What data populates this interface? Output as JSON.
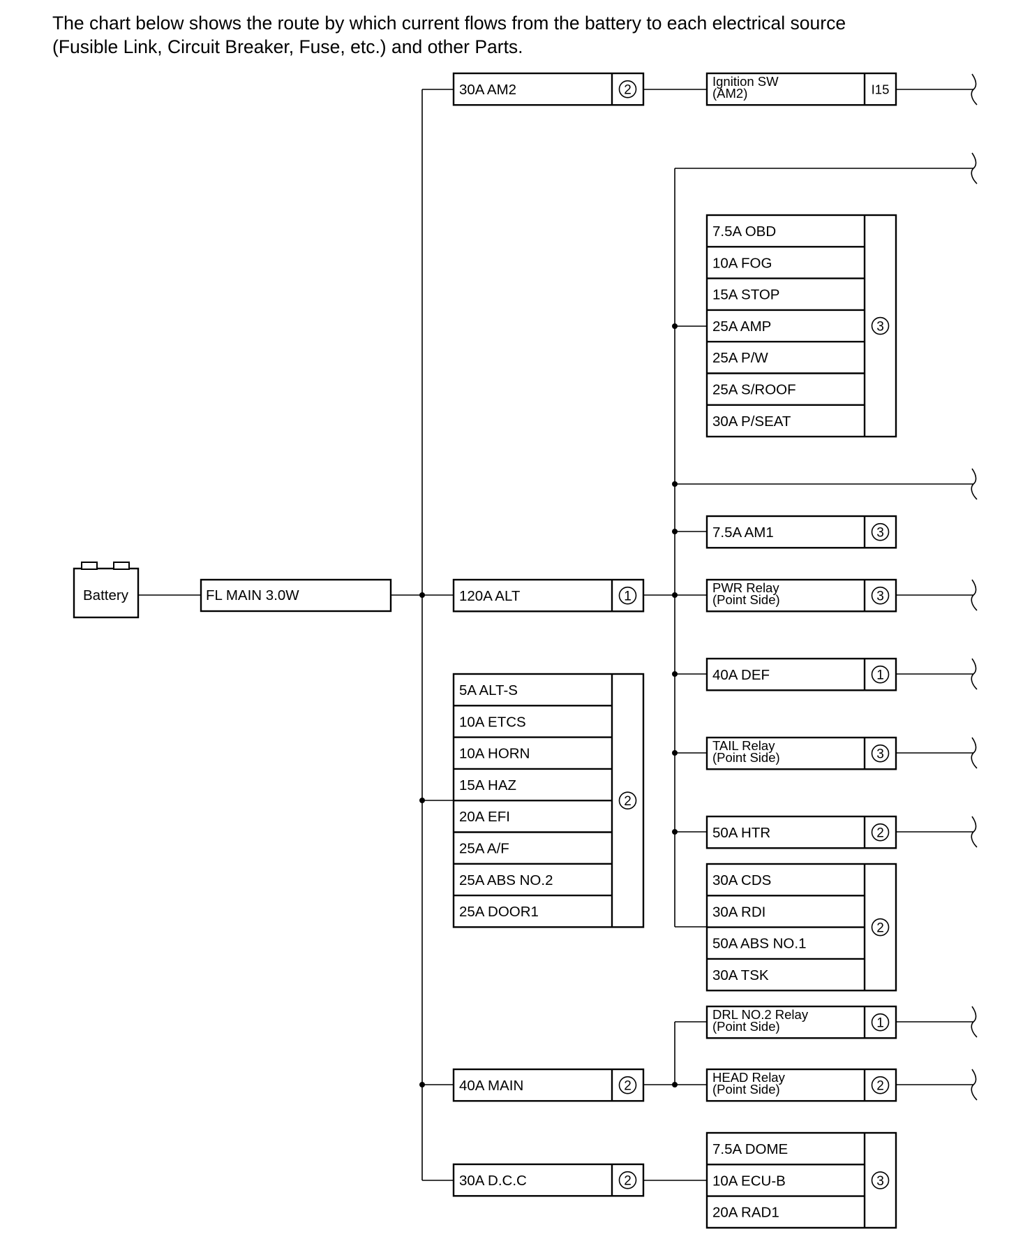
{
  "intro": {
    "line1": "The chart below shows the route by which current flows from the battery to each electrical source",
    "line2": "(Fusible Link, Circuit Breaker, Fuse, etc.) and other Parts."
  },
  "battery": {
    "label": "Battery"
  },
  "main_link": {
    "label": "FL MAIN 3.0W"
  },
  "first_level": [
    {
      "id": "am2",
      "labels": [
        "30A AM2"
      ],
      "number": "2"
    },
    {
      "id": "alt",
      "labels": [
        "120A ALT"
      ],
      "number": "1"
    },
    {
      "id": "block2",
      "labels": [
        "5A ALT-S",
        "10A ETCS",
        "10A HORN",
        "15A HAZ",
        "20A EFI",
        "25A A/F",
        "25A ABS NO.2",
        "25A DOOR1"
      ],
      "number": "2"
    },
    {
      "id": "main",
      "labels": [
        "40A MAIN"
      ],
      "number": "2"
    },
    {
      "id": "dcc",
      "labels": [
        "30A D.C.C"
      ],
      "number": "2"
    }
  ],
  "second_level": [
    {
      "id": "ign",
      "lines": [
        "Ignition SW",
        "(AM2)"
      ],
      "tag": "I15"
    },
    {
      "id": "block3a",
      "labels": [
        "7.5A OBD",
        "10A FOG",
        "15A STOP",
        "25A AMP",
        "25A P/W",
        "25A S/ROOF",
        "30A P/SEAT"
      ],
      "number": "3"
    },
    {
      "id": "am1",
      "labels": [
        "7.5A AM1"
      ],
      "number": "3"
    },
    {
      "id": "pwr",
      "lines": [
        "PWR Relay",
        "(Point Side)"
      ],
      "number": "3"
    },
    {
      "id": "def",
      "labels": [
        "40A DEF"
      ],
      "number": "1"
    },
    {
      "id": "tail",
      "lines": [
        "TAIL Relay",
        "(Point Side)"
      ],
      "number": "3"
    },
    {
      "id": "htr",
      "labels": [
        "50A HTR"
      ],
      "number": "2"
    },
    {
      "id": "block2b",
      "labels": [
        "30A CDS",
        "30A RDI",
        "50A ABS NO.1",
        "30A TSK"
      ],
      "number": "2"
    },
    {
      "id": "drl",
      "lines": [
        "DRL NO.2 Relay",
        "(Point Side)"
      ],
      "number": "1"
    },
    {
      "id": "head",
      "lines": [
        "HEAD Relay",
        "(Point Side)"
      ],
      "number": "2"
    },
    {
      "id": "block3b",
      "labels": [
        "7.5A DOME",
        "10A ECU-B",
        "20A RAD1"
      ],
      "number": "3"
    }
  ]
}
